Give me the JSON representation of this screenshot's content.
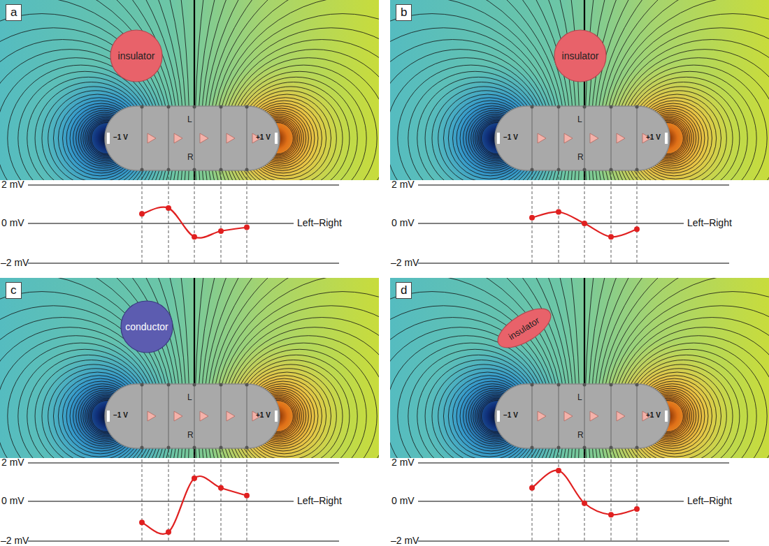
{
  "diagram": {
    "nodes": [
      {
        "text": [
          "insulator"
        ]
      },
      {
        "text": [
          "insulator"
        ]
      },
      {
        "text": [
          "conductor"
        ]
      },
      {
        "text": [
          "insulator"
        ]
      }
    ],
    "labels": [
      "a",
      "−1 V",
      "L",
      "R",
      "+1 V",
      "2 mV",
      "0 mV",
      "Left–Right",
      "–2 mV",
      "b",
      "−1 V",
      "L",
      "R",
      "+1 V",
      "2 mV",
      "0 mV",
      "Left–Right",
      "–2 mV",
      "c",
      "−1 V",
      "L",
      "R",
      "+1 V",
      "2 mV",
      "0 mV",
      "Left–Right",
      "–2 mV",
      "d",
      "−1 V",
      "L",
      "R",
      "+1 V",
      "2 mV",
      "0 mV",
      "Left–Right",
      "–2 mV"
    ]
  }
}
